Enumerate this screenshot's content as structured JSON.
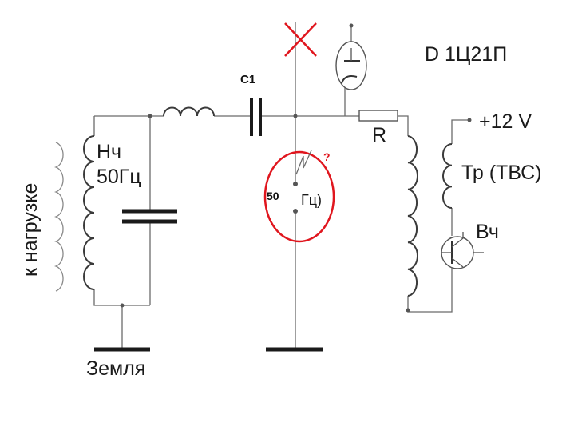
{
  "labels": {
    "diode_type": "D 1Ц21П",
    "capacitor": "C1",
    "resistor": "R",
    "supply": "+12 V",
    "transformer": "Тр (ТВС)",
    "lf_coil": "Нч",
    "lf_freq": "50Гц",
    "load": "к нагрузке",
    "ground": "Земля",
    "transistor": "Вч",
    "probe_number": "50",
    "probe_unit": "Гц)",
    "question": "?"
  },
  "colors": {
    "wire": "#6b6b6b",
    "coil": "#3a3a3a",
    "mark": "#e0161e",
    "text": "#1a1a1a"
  }
}
